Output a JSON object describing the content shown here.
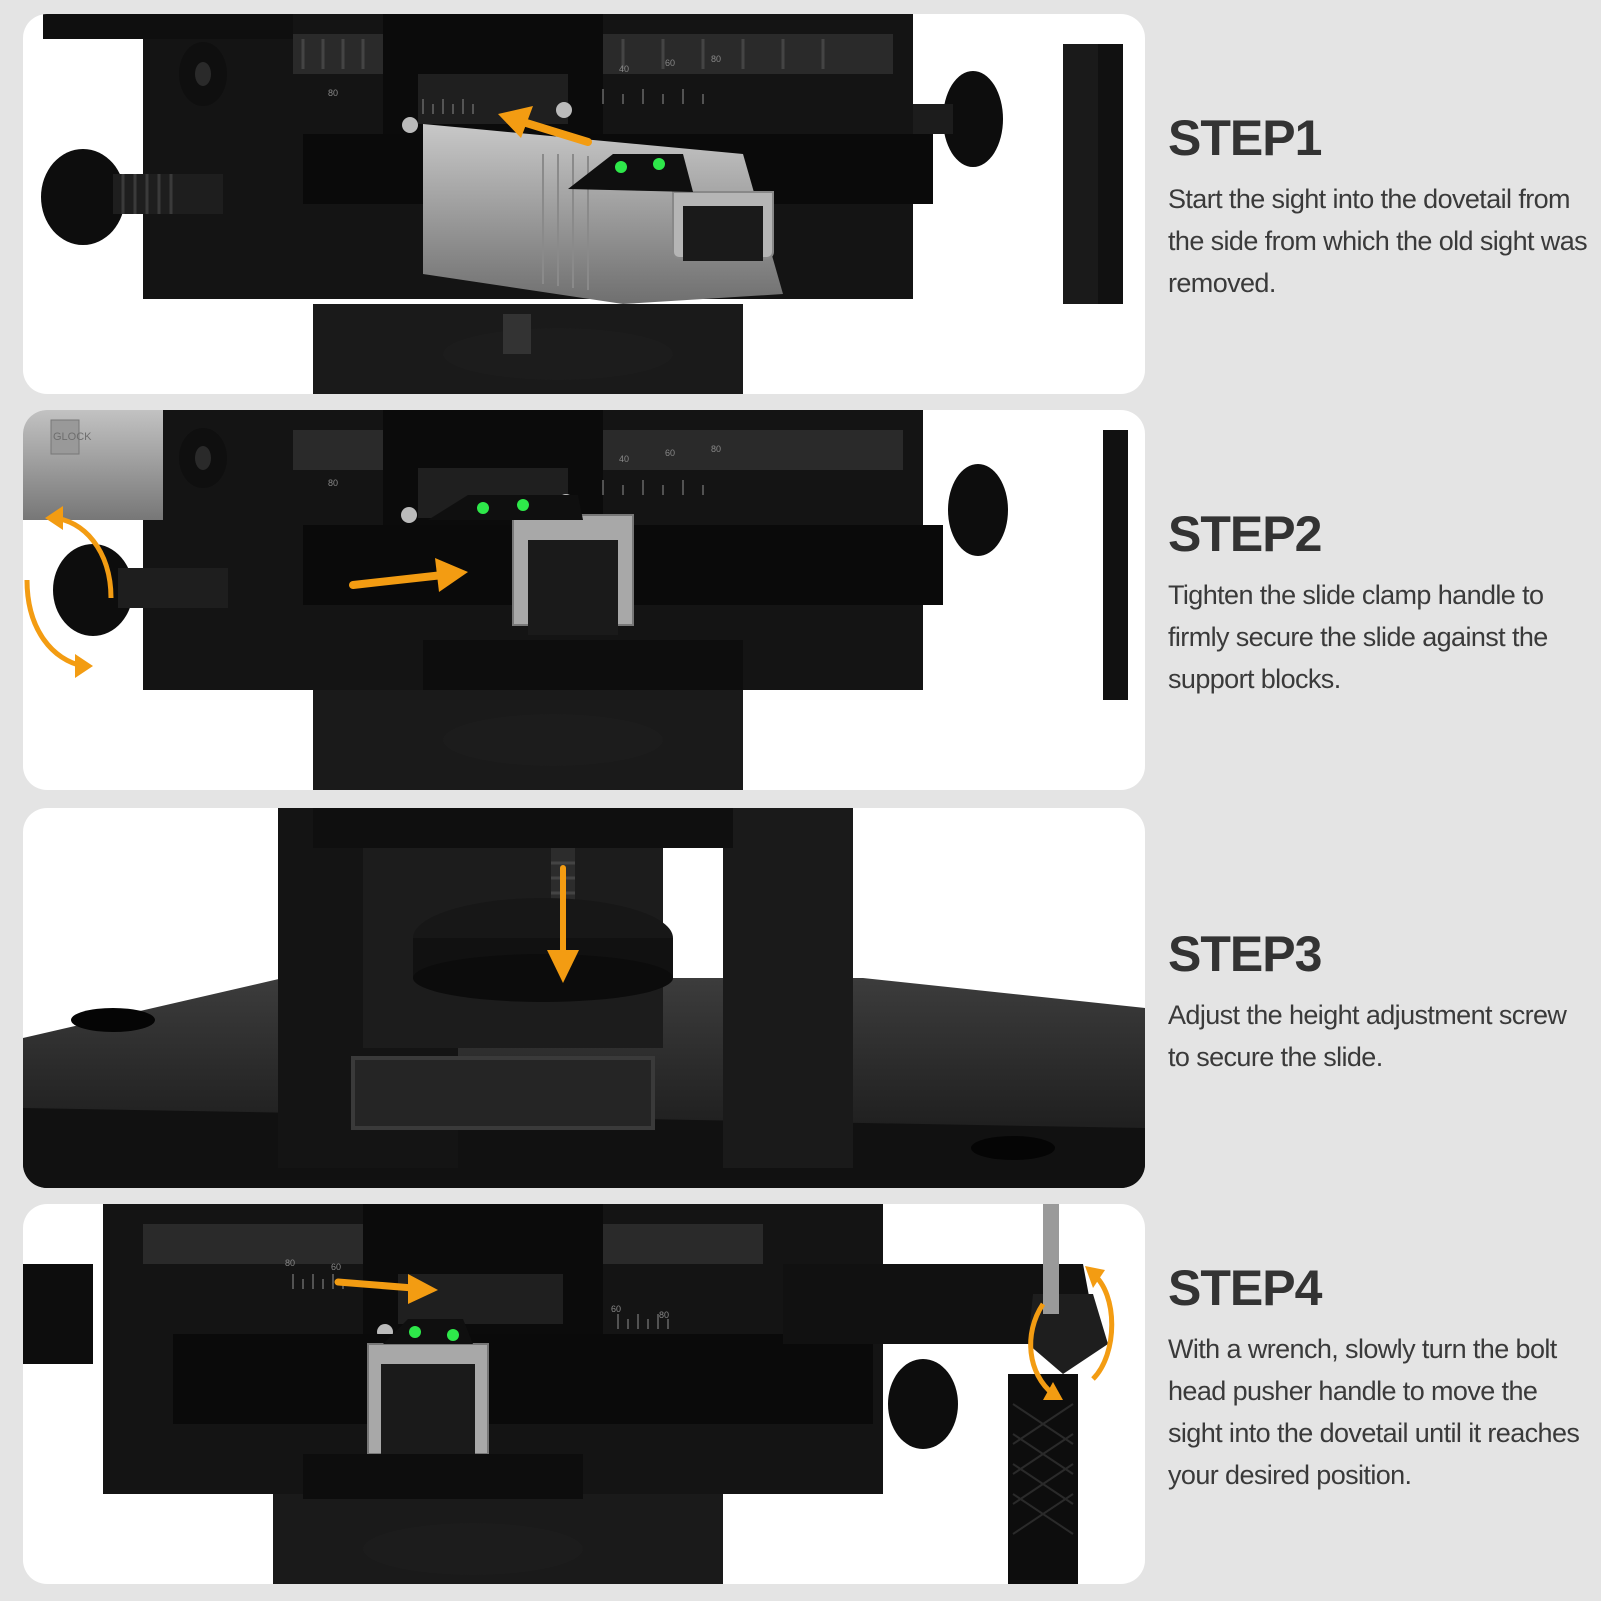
{
  "steps": [
    {
      "title": "STEP1",
      "description": "Start the sight into the dovetail from the side from which the old sight was removed.",
      "arrow_direction": "up-left",
      "ruler_labels": [
        "40",
        "60",
        "80",
        "80"
      ]
    },
    {
      "title": "STEP2",
      "description": "Tighten the slide clamp handle to firmly secure the slide against the support blocks.",
      "arrow_direction": "right",
      "ruler_labels": [
        "40",
        "60",
        "80",
        "80"
      ],
      "slide_marking": "GLOCK"
    },
    {
      "title": "STEP3",
      "description": "Adjust the height adjustment screw to secure the slide.",
      "arrow_direction": "down"
    },
    {
      "title": "STEP4",
      "description": "With a wrench, slowly turn the bolt head pusher handle to move the sight into the dovetail until it reaches your desired position.",
      "arrow_direction": "right",
      "ruler_labels": [
        "80",
        "60",
        "60",
        "80"
      ]
    }
  ],
  "colors": {
    "background": "#e4e4e4",
    "panel": "#ffffff",
    "tool_metal": "#141414",
    "accent_arrow": "#f39c12",
    "sight_dot": "#2ee84a",
    "title_text": "#333333"
  },
  "icons": [
    "arrow-icon",
    "rotate-arrow-icon",
    "sight-dot-icon"
  ]
}
